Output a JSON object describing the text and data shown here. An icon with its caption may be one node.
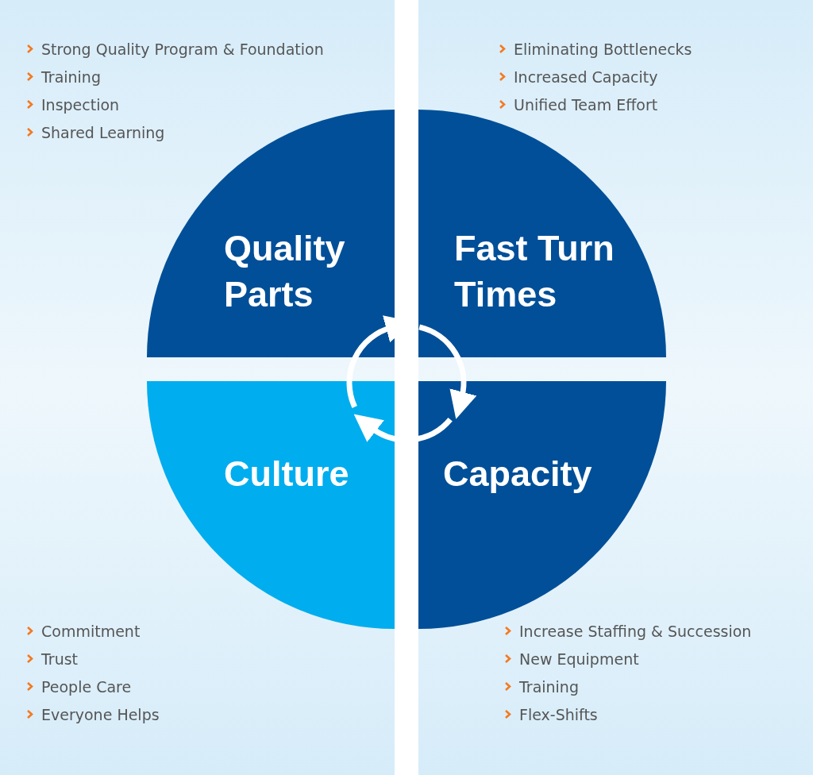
{
  "diagram": {
    "nodes": [
      {
        "text": [
          "Quality Parts"
        ],
        "beside": [
          "Strong Quality Program & Foundation",
          "Training",
          "Inspection",
          "Shared Learning"
        ]
      },
      {
        "text": [
          "Fast Turn Times"
        ],
        "beside": [
          "Eliminating Bottlenecks",
          "Increased Capacity",
          "Unified Team Effort"
        ]
      },
      {
        "text": [
          "Culture"
        ],
        "beside": [
          "Commitment",
          "Trust",
          "People Care",
          "Everyone Helps"
        ]
      },
      {
        "text": [
          "Capacity"
        ],
        "beside": [
          "Increase Staffing & Succession",
          "New Equipment",
          "Training",
          "Flex-Shifts"
        ]
      }
    ],
    "edges": [
      {
        "from": 2,
        "to": 0,
        "arrow": "to"
      },
      {
        "from": 1,
        "to": 3,
        "arrow": "to"
      },
      {
        "from": 3,
        "to": 2,
        "arrow": "to"
      }
    ]
  }
}
